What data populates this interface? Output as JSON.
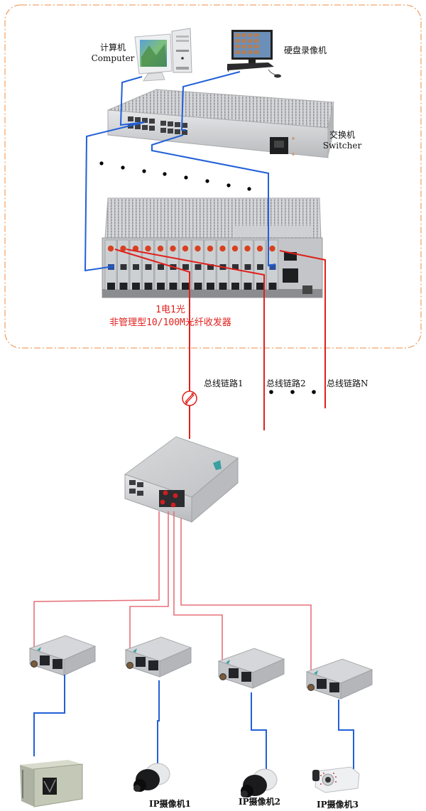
{
  "diagram": {
    "title": "Fiber optic transceiver network topology",
    "colors": {
      "boundary": "#f0a46c",
      "fiber_line": "#e0201c",
      "fiber_line_light": "#e5717a",
      "ethernet_line": "#2160d8",
      "device_metal": "#c9cbce",
      "label_red": "#e0201c"
    },
    "top_section": {
      "computer": {
        "label_cn": "计算机",
        "label_en": "Computer",
        "icon": "desktop-computer-icon"
      },
      "dvr": {
        "label_cn": "硬盘录像机",
        "icon": "dvr-monitor-icon"
      },
      "switch": {
        "label_cn": "交换机",
        "label_en": "Switcher",
        "icon": "network-switch-icon"
      },
      "chassis": {
        "label_line1": "1电1光",
        "label_line2": "非管理型10/100M光纤收发器",
        "slot_count": 14,
        "icon": "rack-chassis-icon"
      }
    },
    "bus_links": [
      {
        "label": "总线链路1"
      },
      {
        "label": "总线链路2"
      },
      {
        "label": "总线链路N"
      }
    ],
    "splitter": {
      "icon": "fiber-splitter-icon"
    },
    "receivers": [
      {
        "icon": "fiber-receiver-icon"
      },
      {
        "icon": "fiber-receiver-icon"
      },
      {
        "icon": "fiber-receiver-icon"
      },
      {
        "icon": "fiber-receiver-icon"
      }
    ],
    "endpoints": [
      {
        "label": "",
        "icon": "industrial-pc-icon"
      },
      {
        "label": "IP摄像机1",
        "icon": "ip-camera-icon"
      },
      {
        "label": "IP摄像机2",
        "icon": "ip-camera-icon"
      },
      {
        "label": "IP摄像机3",
        "icon": "bullet-camera-icon"
      }
    ]
  }
}
